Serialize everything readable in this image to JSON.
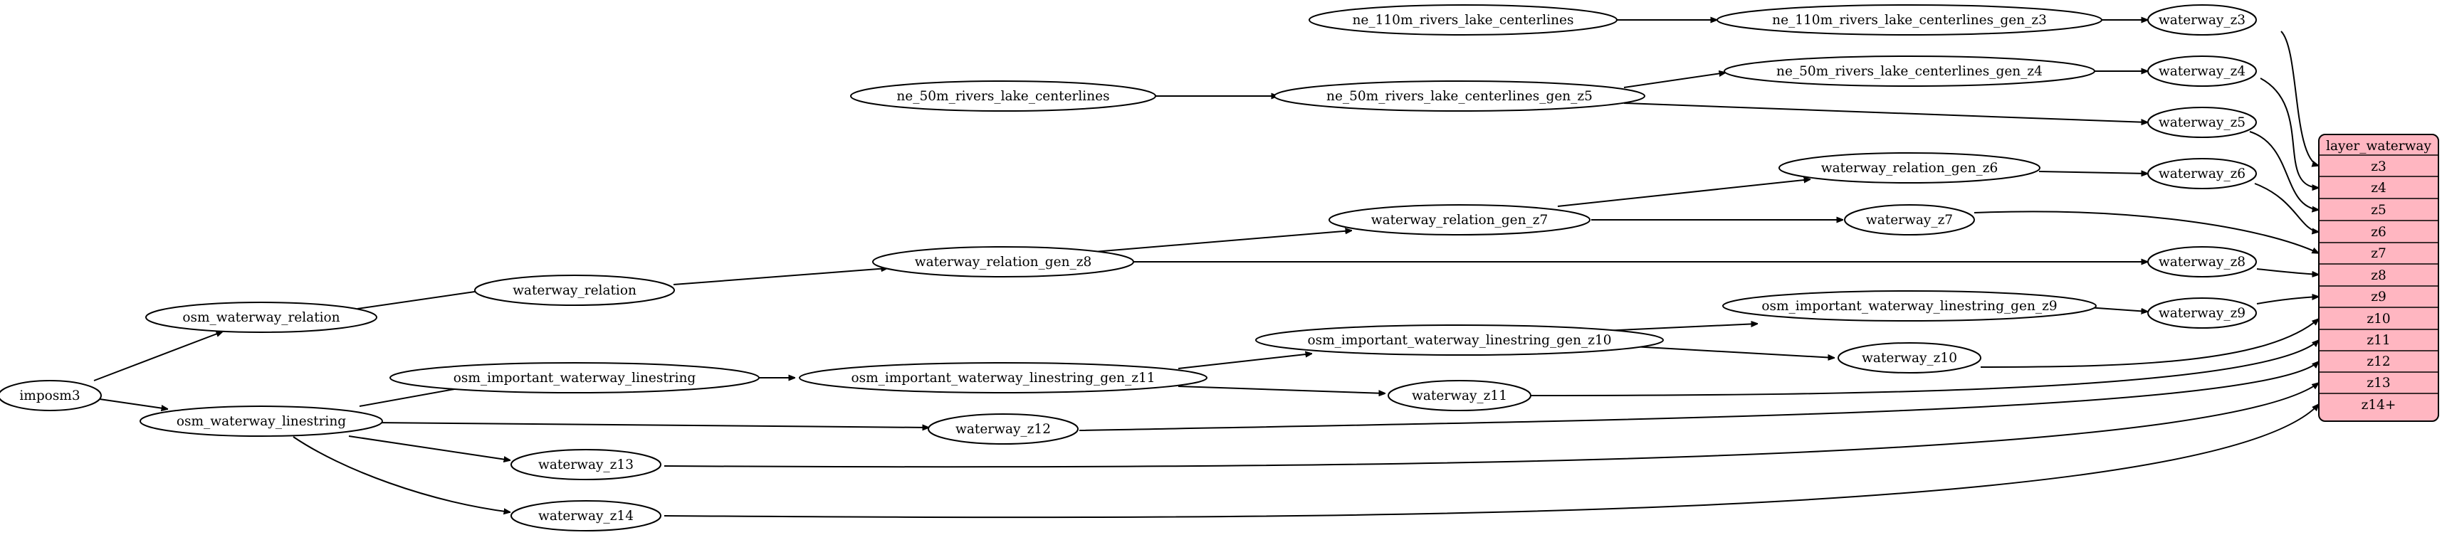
{
  "nodes": {
    "n_ne110": "ne_110m_rivers_lake_centerlines",
    "n_ne110_z3": "ne_110m_rivers_lake_centerlines_gen_z3",
    "n_wz3": "waterway_z3",
    "n_ne50": "ne_50m_rivers_lake_centerlines",
    "n_ne50_z5": "ne_50m_rivers_lake_centerlines_gen_z5",
    "n_ne50_z4": "ne_50m_rivers_lake_centerlines_gen_z4",
    "n_wz4": "waterway_z4",
    "n_wz5": "waterway_z5",
    "n_wr_z6": "waterway_relation_gen_z6",
    "n_wz6": "waterway_z6",
    "n_wr_z7": "waterway_relation_gen_z7",
    "n_wz7": "waterway_z7",
    "n_wr_z8": "waterway_relation_gen_z8",
    "n_wz8": "waterway_z8",
    "n_wr": "waterway_relation",
    "n_owr": "osm_waterway_relation",
    "n_oiwl_z9": "osm_important_waterway_linestring_gen_z9",
    "n_wz9": "waterway_z9",
    "n_oiwl_z10": "osm_important_waterway_linestring_gen_z10",
    "n_wz10": "waterway_z10",
    "n_oiwl": "osm_important_waterway_linestring",
    "n_oiwl_z11": "osm_important_waterway_linestring_gen_z11",
    "n_wz11": "waterway_z11",
    "n_imposm3": "imposm3",
    "n_owl": "osm_waterway_linestring",
    "n_wz12": "waterway_z12",
    "n_wz13": "waterway_z13",
    "n_wz14": "waterway_z14"
  },
  "layer_table": {
    "title": "layer_waterway",
    "rows": [
      "z3",
      "z4",
      "z5",
      "z6",
      "z7",
      "z8",
      "z9",
      "z10",
      "z11",
      "z12",
      "z13",
      "z14+"
    ]
  },
  "colors": {
    "table_fill": "#ffb6c1",
    "stroke": "#000000",
    "background": "#ffffff"
  }
}
